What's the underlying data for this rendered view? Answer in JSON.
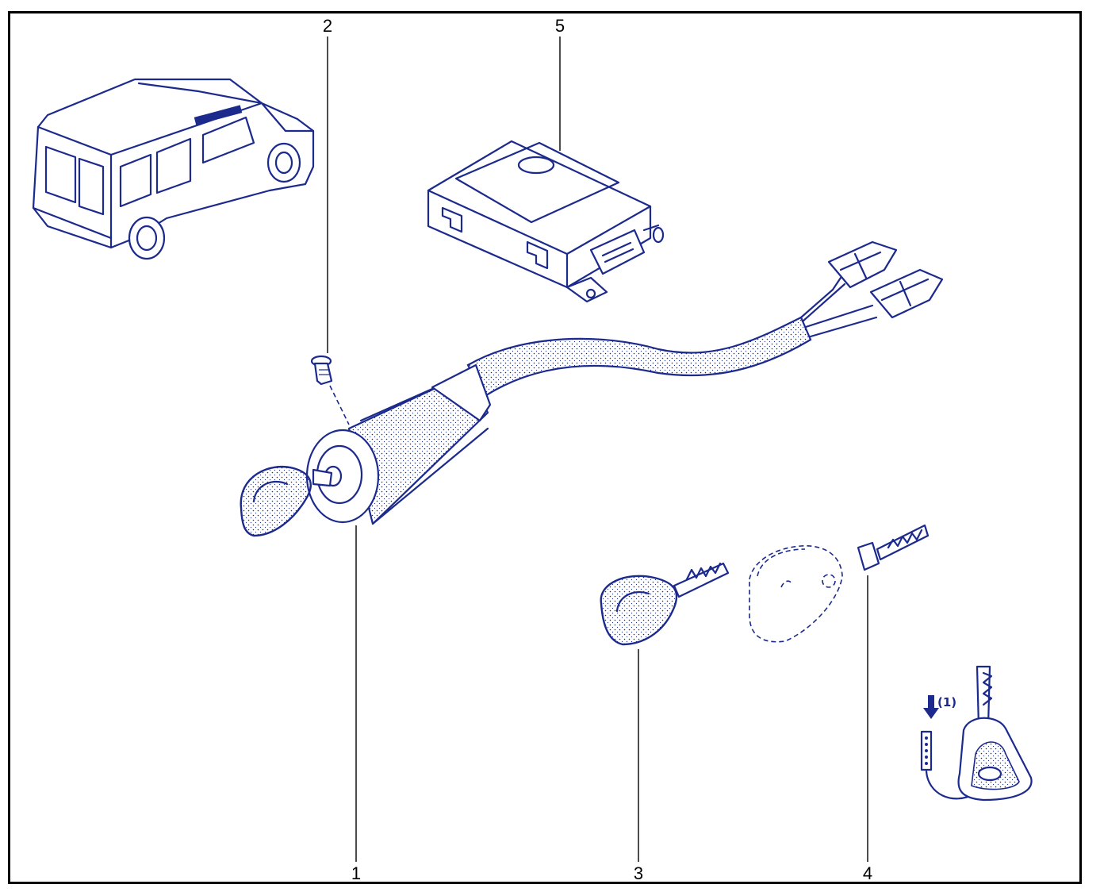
{
  "callouts": {
    "c1": "1",
    "c2": "2",
    "c3": "3",
    "c4": "4",
    "c5": "5"
  },
  "note": "(1)",
  "colors": {
    "line": "#1b2a8c",
    "leader": "#000000"
  }
}
